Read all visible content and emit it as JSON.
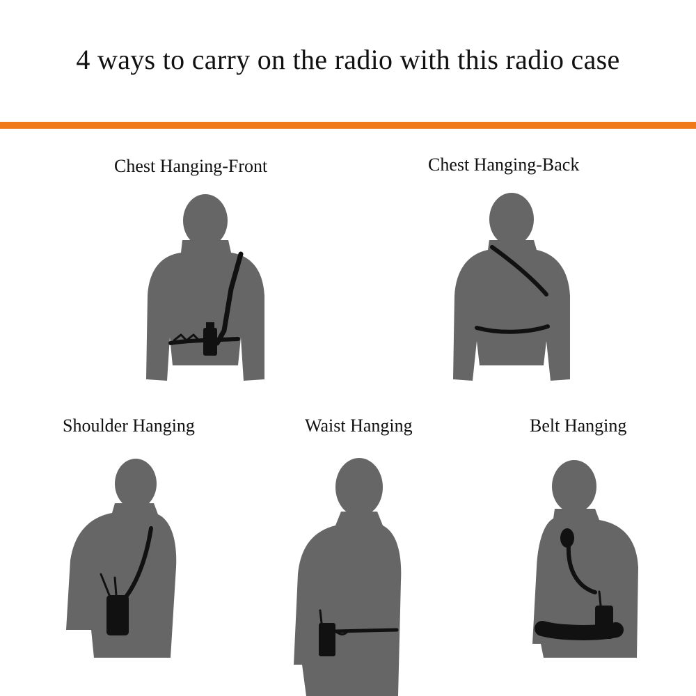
{
  "title": "4 ways to carry on the radio with this radio case",
  "colors": {
    "accent": "#f07a1a",
    "figure": "#666666",
    "strap": "#111111"
  },
  "methods": [
    {
      "label": "Chest Hanging-Front",
      "icon": "person-chest-front-icon"
    },
    {
      "label": "Chest Hanging-Back",
      "icon": "person-chest-back-icon"
    },
    {
      "label": "Shoulder Hanging",
      "icon": "person-shoulder-icon"
    },
    {
      "label": "Waist Hanging",
      "icon": "person-waist-icon"
    },
    {
      "label": "Belt Hanging",
      "icon": "person-belt-icon"
    }
  ]
}
